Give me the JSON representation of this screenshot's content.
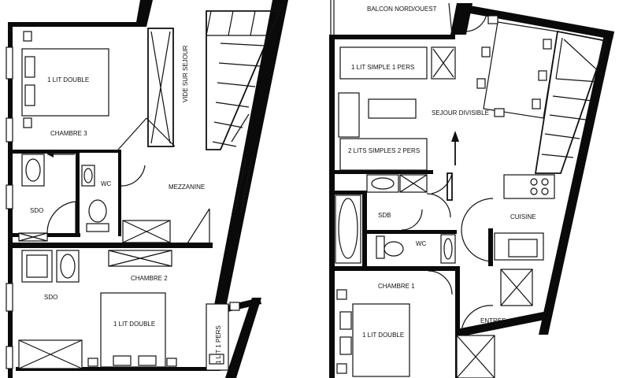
{
  "plan": {
    "upper_floor": {
      "rooms": {
        "chambre3": "CHAMBRE 3",
        "bed_chambre3": "1 LIT DOUBLE",
        "void": "VIDE SUR SEJOUR",
        "sdo_top": "SDO",
        "wc_top": "WC",
        "mezzanine": "MEZZANINE",
        "chambre2": "CHAMBRE 2",
        "sdo_bottom": "SDO",
        "bed_chambre2": "1 LIT DOUBLE",
        "bed_single": "1 LIT 1 PERS"
      }
    },
    "lower_floor": {
      "rooms": {
        "balcony": "BALCON NORD/OUEST",
        "bed_single_1": "1 LIT SIMPLE 1 PERS",
        "sejour": "SEJOUR DIVISIBLE",
        "beds_two": "2 LITS SIMPLES 2 PERS",
        "sdb": "SDB",
        "wc": "WC",
        "cuisine": "CUISINE",
        "chambre1": "CHAMBRE 1",
        "bed_chambre1": "1 LIT DOUBLE",
        "entree": "ENTREE"
      }
    }
  }
}
